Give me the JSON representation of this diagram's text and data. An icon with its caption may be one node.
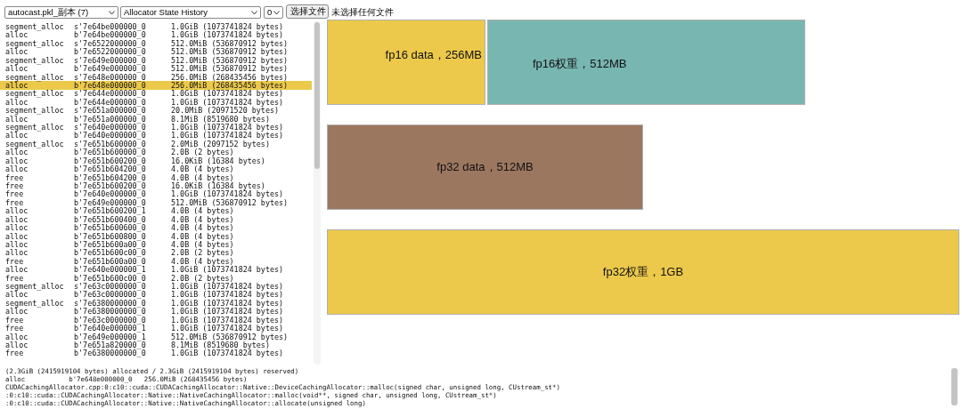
{
  "diagram": {
    "nodes": [
      {
        "text": [
          "fp16 data，256MB"
        ]
      },
      {
        "text": [
          "fp16权重，512MB"
        ]
      },
      {
        "text": [
          "fp32 data，512MB"
        ]
      },
      {
        "text": [
          "fp32权重，1GB"
        ]
      }
    ],
    "labels": [
      "autocast.pkl_副本 (7)",
      "Allocator State History",
      "0",
      "选择文件",
      "未选择任何文件",
      "segment_alloc",
      "s'7e64be000000_0",
      "1.0GiB (1073741824 bytes)",
      "alloc",
      "b'7e64be000000_0",
      "1.0GiB (1073741824 bytes)",
      "segment_alloc",
      "s'7e6522000000_0",
      "512.0MiB (536870912 bytes)",
      "alloc",
      "b'7e6522000000_0",
      "512.0MiB (536870912 bytes)",
      "segment_alloc",
      "s'7e649e000000_0",
      "512.0MiB (536870912 bytes)",
      "alloc",
      "b'7e649e000000_0",
      "512.0MiB (536870912 bytes)",
      "segment_alloc",
      "s'7e648e000000_0",
      "256.0MiB (268435456 bytes)",
      "alloc",
      "b'7e648e000000_0",
      "256.0MiB (268435456 bytes)",
      "segment_alloc",
      "s'7e644e000000_0",
      "1.0GiB (1073741824 bytes)",
      "alloc",
      "b'7e644e000000_0",
      "1.0GiB (1073741824 bytes)",
      "segment_alloc",
      "s'7e651a000000_0",
      "20.0MiB (20971520 bytes)",
      "alloc",
      "b'7e651a000000_0",
      "8.1MiB (8519680 bytes)",
      "segment_alloc",
      "s'7e640e000000_0",
      "1.0GiB (1073741824 bytes)",
      "alloc",
      "b'7e640e000000_0",
      "1.0GiB (1073741824 bytes)",
      "segment_alloc",
      "s'7e651b600000_0",
      "2.0MiB (2097152 bytes)",
      "alloc",
      "b'7e651b600000_0",
      "2.0B (2 bytes)",
      "alloc",
      "b'7e651b600200_0",
      "16.0KiB (16384 bytes)",
      "alloc",
      "b'7e651b604200_0",
      "4.0B (4 bytes)",
      "free",
      "b'7e651b604200_0",
      "4.0B (4 bytes)",
      "free",
      "b'7e651b600200_0",
      "16.0KiB (16384 bytes)",
      "free",
      "b'7e640e000000_0",
      "1.0GiB (1073741824 bytes)",
      "free",
      "b'7e649e000000_0",
      "512.0MiB (536870912 bytes)",
      "alloc",
      "b'7e651b600200_1",
      "4.0B (4 bytes)",
      "alloc",
      "b'7e651b600400_0",
      "4.0B (4 bytes)",
      "alloc",
      "b'7e651b600600_0",
      "4.0B (4 bytes)",
      "alloc",
      "b'7e651b600800_0",
      "4.0B (4 bytes)",
      "alloc",
      "b'7e651b600a00_0",
      "4.0B (4 bytes)",
      "alloc",
      "b'7e651b600c00_0",
      "2.0B (2 bytes)",
      "free",
      "b'7e651b600a00_0",
      "4.0B (4 bytes)",
      "alloc",
      "b'7e640e000000_1",
      "1.0GiB (1073741824 bytes)",
      "free",
      "b'7e651b600c00_0",
      "2.0B (2 bytes)",
      "segment_alloc",
      "s'7e63c0000000_0",
      "1.0GiB (1073741824 bytes)",
      "alloc",
      "b'7e63c0000000_0",
      "1.0GiB (1073741824 bytes)",
      "segment_alloc",
      "s'7e6380000000_0",
      "1.0GiB (1073741824 bytes)",
      "alloc",
      "b'7e6380000000_0",
      "1.0GiB (1073741824 bytes)",
      "free",
      "b'7e63c0000000_0",
      "1.0GiB (1073741824 bytes)",
      "free",
      "b'7e640e000000_1",
      "1.0GiB (1073741824 bytes)",
      "alloc",
      "b'7e649e000000_1",
      "512.0MiB (536870912 bytes)",
      "alloc",
      "b'7e651a820000_0",
      "8.1MiB (8519680 bytes)",
      "free",
      "b'7e6380000000_0",
      "1.0GiB (1073741824 bytes)",
      "(2.3GiB (2415919104 bytes) allocated / 2.3GiB (2415919104 bytes) reserved)",
      "alloc           b'7e648e000000_0   256.0MiB (268435456 bytes)",
      "CUDACachingAllocator.cpp:0:c10::cuda::CUDACachingAllocator::Native::DeviceCachingAllocator::malloc(signed char, unsigned long, CUstream_st*)",
      ":0:c10::cuda::CUDACachingAllocator::Native::NativeCachingAllocator::malloc(void**, signed char, unsigned long, CUstream_st*)",
      ":0:c10::cuda::CUDACachingAllocator::Native::NativeCachingAllocator::allocate(unsigned long)"
    ]
  }
}
